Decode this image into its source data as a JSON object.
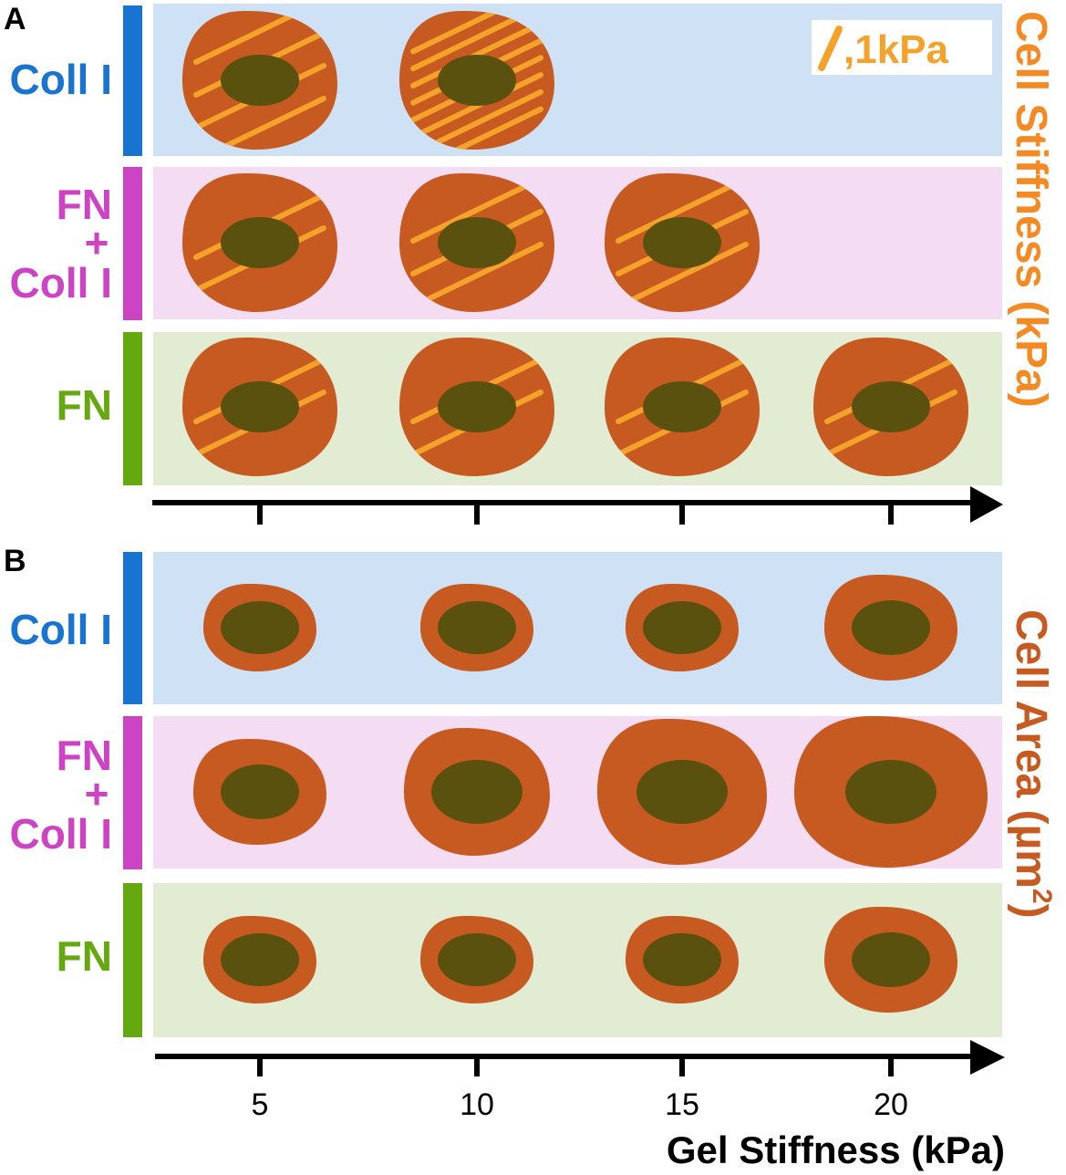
{
  "panel_a": {
    "letter": "A",
    "right_label": "Cell Stiffness (kPa)",
    "legend": {
      "symbol": "/",
      "text": ",1kPa"
    }
  },
  "panel_b": {
    "letter": "B",
    "right_label_main": "Cell Area (µm",
    "right_label_sup": "2",
    "right_label_end": ")"
  },
  "rows": [
    {
      "id": "coll",
      "label_lines": [
        "Coll I"
      ],
      "color": "#1874d0",
      "bg": "#cfe1f5"
    },
    {
      "id": "fncoll",
      "label_lines": [
        "FN",
        "+",
        "Coll I"
      ],
      "color": "#cc44c4",
      "bg": "#f4dcf2"
    },
    {
      "id": "fn",
      "label_lines": [
        "FN"
      ],
      "color": "#66a80f",
      "bg": "#e1ecd3"
    }
  ],
  "x_axis": {
    "label": "Gel Stiffness (kPa)",
    "ticks": [
      "5",
      "10",
      "15",
      "20"
    ]
  },
  "colors": {
    "cell": "#c65a21",
    "nucleus": "#5a510f",
    "stripe": "#f5a22a",
    "legend_text": "#f5a22a",
    "stiffness_label": "#f38a24",
    "area_label": "#c65a21"
  },
  "chart_data": [
    {
      "type": "diagram",
      "panel": "A",
      "quantity": "Cell Stiffness (kPa)",
      "legend": "/ = 1kPa",
      "gel_stiffness_kPa": [
        5,
        10,
        15,
        20
      ],
      "series": [
        {
          "name": "Coll I",
          "values": [
            4,
            8,
            null,
            null
          ]
        },
        {
          "name": "FN + Coll I",
          "values": [
            2,
            3,
            3,
            null
          ]
        },
        {
          "name": "FN",
          "values": [
            2,
            2,
            2,
            2
          ]
        }
      ]
    },
    {
      "type": "diagram",
      "panel": "B",
      "quantity": "Cell Area (µm2)",
      "gel_stiffness_kPa": [
        5,
        10,
        15,
        20
      ],
      "series": [
        {
          "name": "Coll I",
          "relative_size": [
            "small",
            "small",
            "small",
            "medium"
          ]
        },
        {
          "name": "FN + Coll I",
          "relative_size": [
            "medium",
            "large",
            "larger",
            "largest"
          ]
        },
        {
          "name": "FN",
          "relative_size": [
            "small",
            "small",
            "small",
            "medium"
          ]
        }
      ]
    }
  ]
}
